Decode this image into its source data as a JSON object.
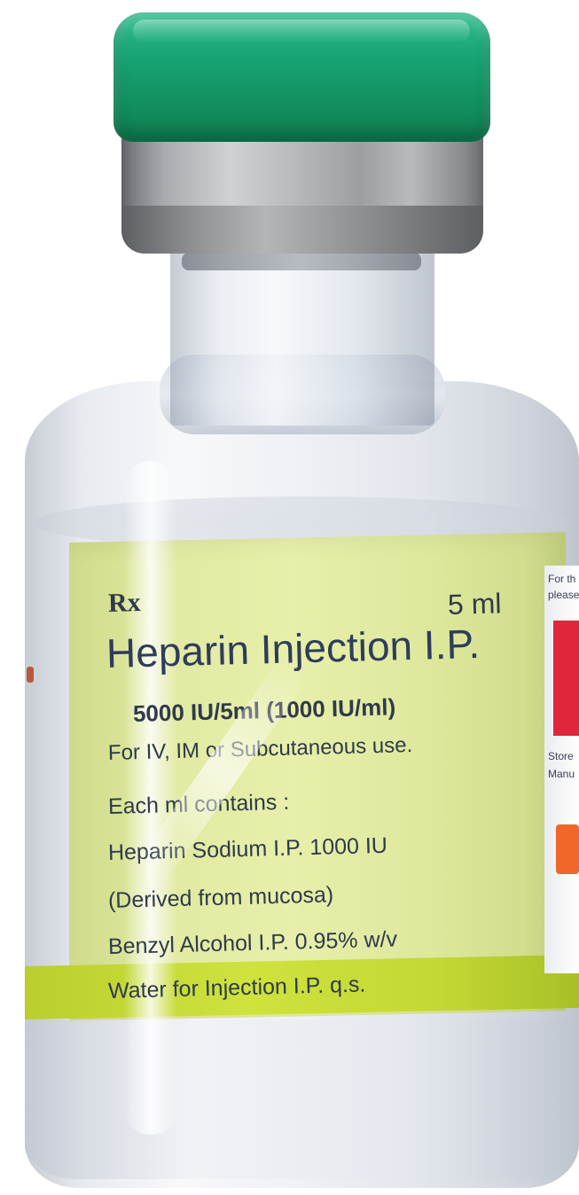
{
  "label": {
    "rx_symbol": "Rx",
    "volume": "5 ml",
    "product_name": "Heparin Injection I.P.",
    "strength": "5000 IU/5ml (1000 IU/ml)",
    "route": "For IV, IM or Subcutaneous use.",
    "composition": [
      "Each ml contains :",
      "Heparin Sodium I.P. 1000 IU",
      "(Derived from mucosa)",
      "Benzyl Alcohol I.P. 0.95% w/v",
      "Water for Injection I.P. q.s."
    ]
  },
  "side_label": {
    "fragments": [
      "For th",
      "please",
      "Store",
      "Manu"
    ]
  },
  "colors": {
    "cap": "#18a474",
    "crimp": "#b7b9bc",
    "label": "#e1eaa2",
    "stripe": "#cfe23d",
    "text": "#2f3a4a",
    "side_red": "#e0263c",
    "side_orange": "#f0662b"
  }
}
